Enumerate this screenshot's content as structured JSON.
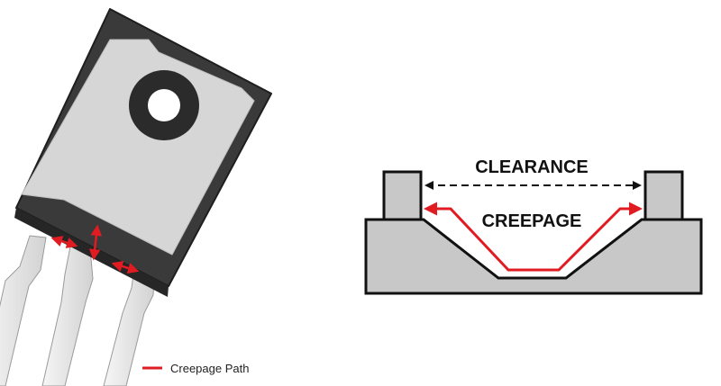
{
  "left_figure": {
    "legend": {
      "label": "Creepage Path",
      "color": "#e11b22"
    }
  },
  "right_figure": {
    "clearance_label": "CLEARANCE",
    "creepage_label": "CREEPAGE",
    "creepage_color": "#e11b22"
  },
  "colors": {
    "package_body": "#3a3a3a",
    "package_face": "#d6d6d6",
    "lead": "#ececec",
    "substrate": "#c8c8c8",
    "outline": "#111111"
  }
}
